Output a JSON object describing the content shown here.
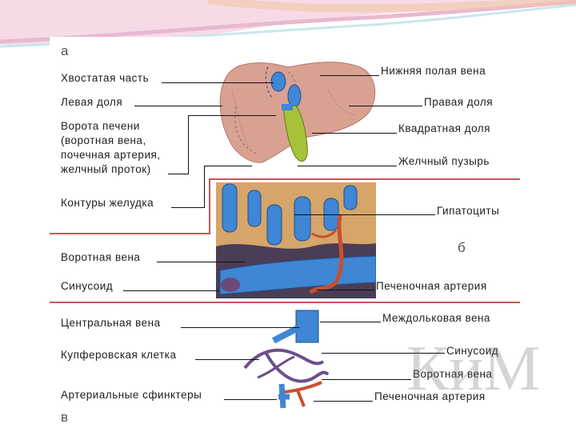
{
  "section_letters": {
    "a": "а",
    "b": "б",
    "c": "в"
  },
  "labels_left_a": [
    "Хвостатая часть",
    "Левая доля",
    "Ворота печени",
    "(воротная вена,",
    "почечная артерия,",
    "желчный проток)",
    "Контуры желудка"
  ],
  "labels_right_a": [
    "Нижняя полая вена",
    "Правая доля",
    "Квадратная доля",
    "Желчный пузырь"
  ],
  "labels_b": {
    "right_top": "Гипатоциты",
    "left_1": "Воротная вена",
    "left_2": "Синусоид",
    "right_bottom": "Печеночная артерия"
  },
  "labels_c": {
    "left_1": "Центральная вена",
    "left_2": "Купферовская клетка",
    "left_3": "Артериальные сфинктеры",
    "right_1": "Междольковая вена",
    "right_2": "Синусоид",
    "right_3": "Воротная вена",
    "right_4": "Печеночная артерия"
  },
  "watermark_letters": "КиМ",
  "colors": {
    "divider": "#c15a5a",
    "liver": "#d9a191",
    "vein_blue": "#3f86d4",
    "gall_green": "#a6c23a",
    "artery": "#c8502e"
  }
}
